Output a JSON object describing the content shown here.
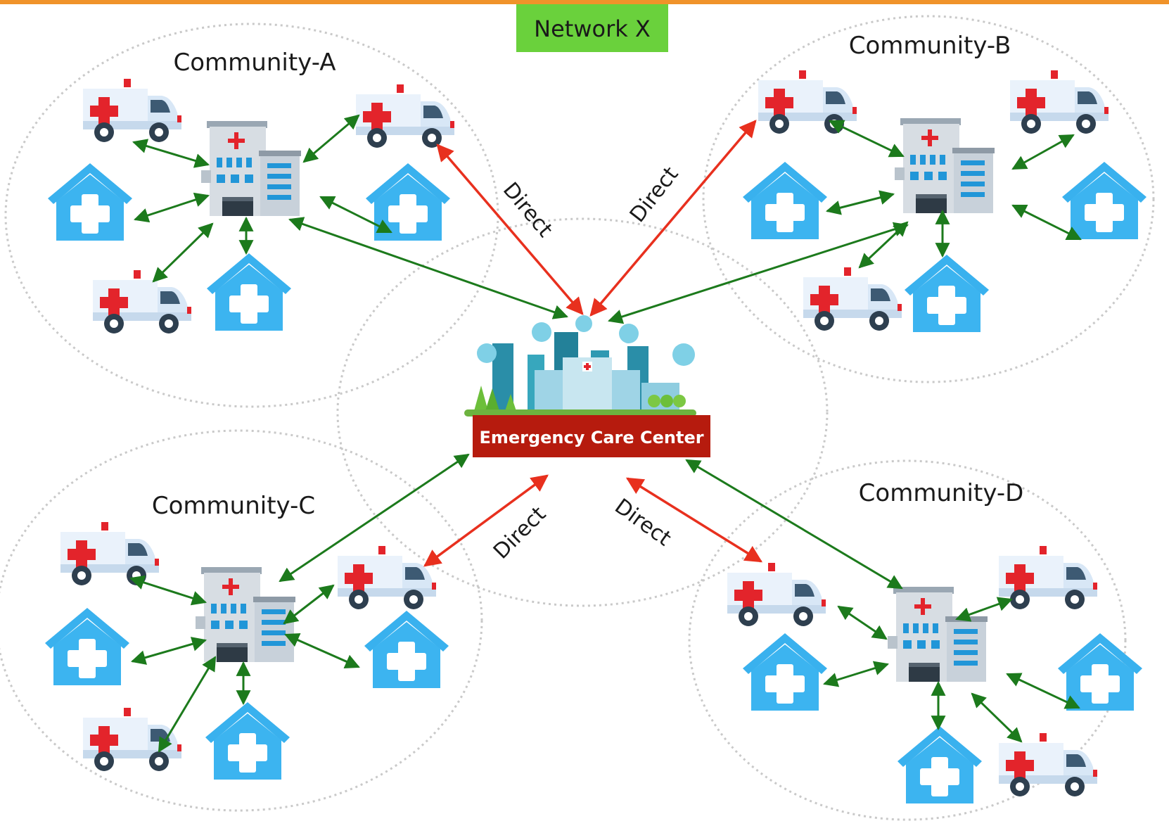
{
  "network": {
    "label": "Network X",
    "label_bg": "#6ad13c"
  },
  "center": {
    "label": "Emergency Care Center",
    "label_bg": "#b61b0e"
  },
  "communities": [
    {
      "id": "a",
      "label": "Community-A"
    },
    {
      "id": "b",
      "label": "Community-B"
    },
    {
      "id": "c",
      "label": "Community-C"
    },
    {
      "id": "d",
      "label": "Community-D"
    }
  ],
  "links": {
    "direct_label": "Direct",
    "direct_color": "#e8301e",
    "local_color": "#1c7a1c"
  },
  "icons": {
    "ambulance": "ambulance-icon",
    "clinic": "clinic-house-icon",
    "hospital": "hospital-building-icon",
    "city": "city-skyline-icon"
  },
  "colors": {
    "top_bar": "#f0932a",
    "clinic_blue": "#3cb4f0",
    "ambulance_body": "#e6f0fa",
    "cross_red": "#e3242b"
  }
}
